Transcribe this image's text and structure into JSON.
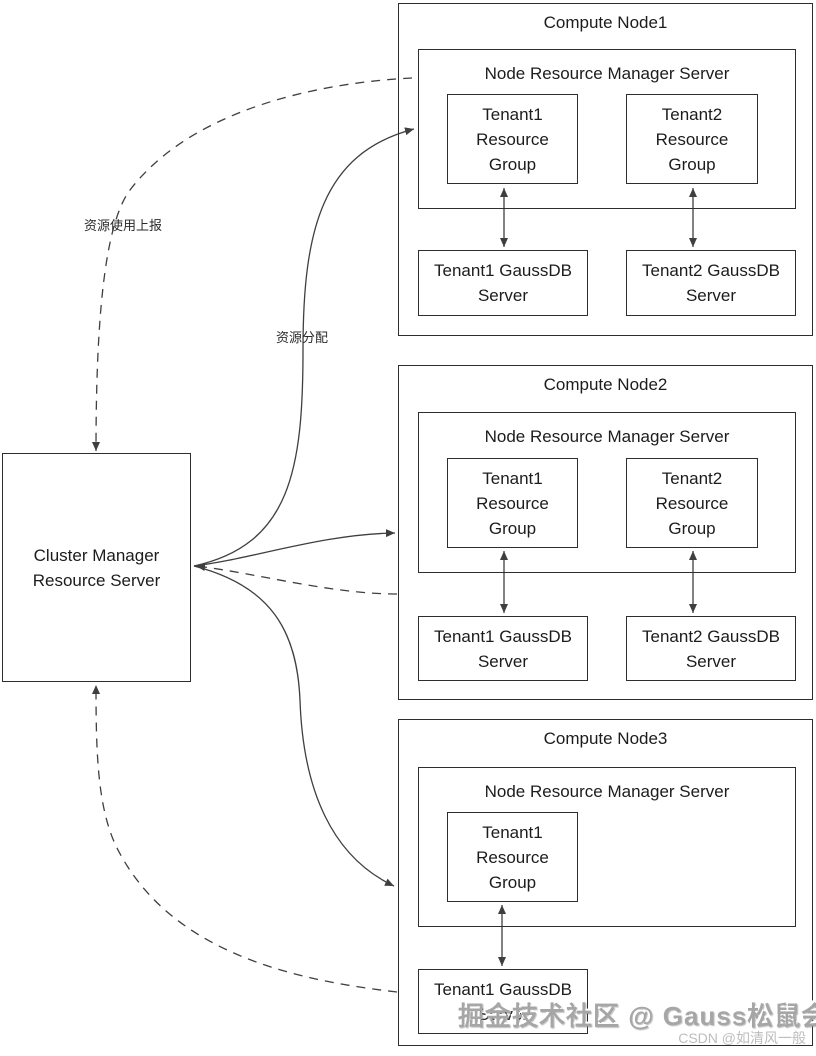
{
  "diagram": {
    "cluster_manager": {
      "label": "Cluster Manager\nResource Server"
    },
    "edge_labels": {
      "usage_report": "资源使用上报",
      "allocation": "资源分配"
    },
    "nodes": [
      {
        "title": "Compute Node1",
        "manager_title": "Node Resource Manager Server",
        "tenant_groups": [
          "Tenant1\nResource\nGroup",
          "Tenant2\nResource\nGroup"
        ],
        "db_servers": [
          "Tenant1 GaussDB\nServer",
          "Tenant2 GaussDB\nServer"
        ]
      },
      {
        "title": "Compute Node2",
        "manager_title": "Node Resource Manager Server",
        "tenant_groups": [
          "Tenant1\nResource\nGroup",
          "Tenant2\nResource\nGroup"
        ],
        "db_servers": [
          "Tenant1 GaussDB\nServer",
          "Tenant2 GaussDB\nServer"
        ]
      },
      {
        "title": "Compute Node3",
        "manager_title": "Node Resource Manager Server",
        "tenant_groups": [
          "Tenant1\nResource\nGroup"
        ],
        "db_servers": [
          "Tenant1 GaussDB\nServer"
        ]
      }
    ],
    "watermark": {
      "main": "掘金技术社区 @ Gauss松鼠会",
      "sub": "CSDN @如清风一般"
    },
    "line_color": "#3f3f3f"
  }
}
